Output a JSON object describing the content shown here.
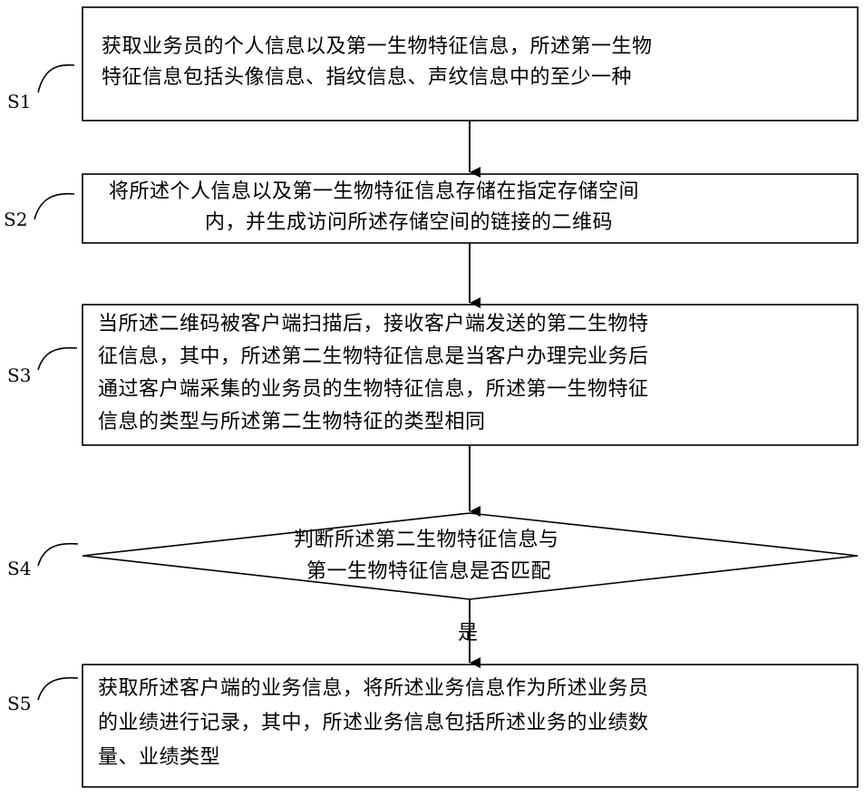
{
  "steps": [
    {
      "id": "S1",
      "lines": [
        "获取业务员的个人信息以及第一生物特征信息，所述第一生物",
        "特征信息包括头像信息、指纹信息、声纹信息中的至少一种"
      ]
    },
    {
      "id": "S2",
      "lines": [
        "将所述个人信息以及第一生物特征信息存储在指定存储空间",
        "内，并生成访问所述存储空间的链接的二维码"
      ]
    },
    {
      "id": "S3",
      "lines": [
        "当所述二维码被客户端扫描后，接收客户端发送的第二生物特",
        "征信息，其中，所述第二生物特征信息是当客户办理完业务后",
        "通过客户端采集的业务员的生物特征信息，所述第一生物特征",
        "信息的类型与所述第二生物特征的类型相同"
      ]
    },
    {
      "id": "S4",
      "lines": [
        "判断所述第二生物特征信息与",
        "第一生物特征信息是否匹配"
      ]
    },
    {
      "id": "S5",
      "lines": [
        "获取所述客户端的业务信息，将所述业务信息作为所述业务员",
        "的业绩进行记录，其中，所述业务信息包括所述业务的业绩数",
        "量、业绩类型"
      ]
    }
  ],
  "decision_yes_label": "是"
}
